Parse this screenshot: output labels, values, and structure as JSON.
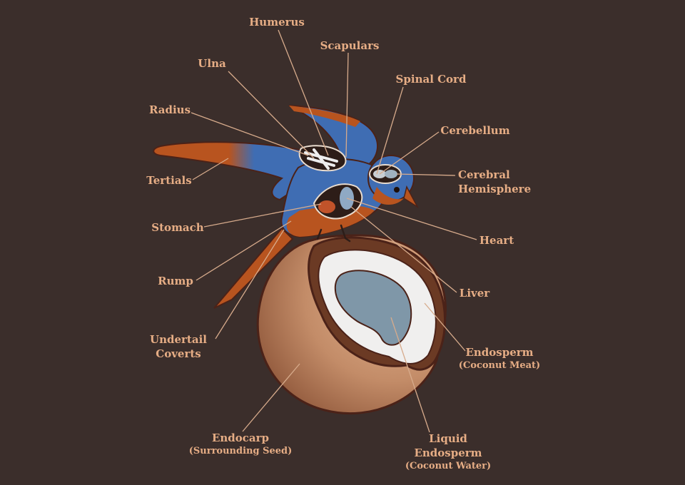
{
  "labels": {
    "humerus": "Humerus",
    "scapulars": "Scapulars",
    "ulna": "Ulna",
    "spinal_cord": "Spinal Cord",
    "radius": "Radius",
    "cerebellum": "Cerebellum",
    "cerebral_hemisphere": [
      "Cerebral",
      "Hemisphere"
    ],
    "tertials": "Tertials",
    "stomach": "Stomach",
    "heart": "Heart",
    "rump": "Rump",
    "liver": "Liver",
    "undertail_coverts": [
      "Undertail",
      "Coverts"
    ],
    "endosperm": "Endosperm",
    "endosperm_sub": "(Coconut Meat)",
    "endocarp": "Endocarp",
    "endocarp_sub": "(Surrounding Seed)",
    "liquid_endosperm": [
      "Liquid",
      "Endosperm"
    ],
    "liquid_endosperm_sub": "(Coconut Water)"
  },
  "colors": {
    "background": "#3b2e2b",
    "label_text": "#e6ad85",
    "leader_line": "#d7ab8c",
    "bird_blue": "#3f6db3",
    "bird_orange": "#b8541f",
    "coconut_shell": "#c89470",
    "coconut_meat": "#f0efee",
    "coconut_water": "#7f97a8",
    "outline": "#4b2218"
  }
}
